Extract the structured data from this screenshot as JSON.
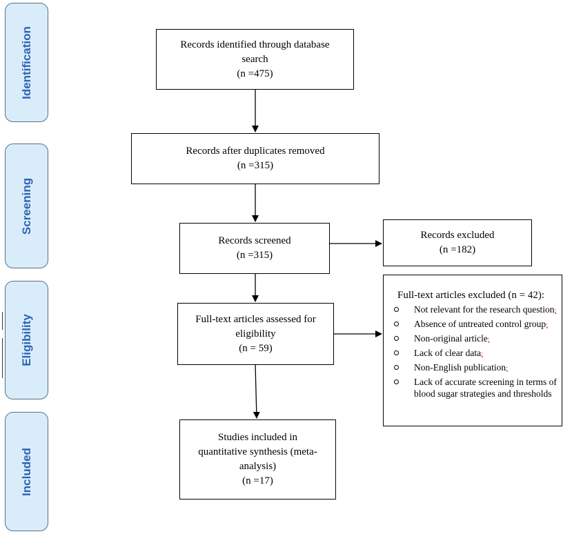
{
  "stages": {
    "identification": "Identification",
    "screening": "Screening",
    "eligibility": "Eligibility",
    "included": "Included"
  },
  "boxes": {
    "identified": {
      "line1": "Records identified through database",
      "line2": "search",
      "count": "(n =475)"
    },
    "duplicates_removed": {
      "line1": "Records after duplicates removed",
      "count": "(n =315)"
    },
    "screened": {
      "line1": "Records screened",
      "count": "(n =315)"
    },
    "excluded": {
      "line1": "Records excluded",
      "count": "(n =182)"
    },
    "assessed": {
      "line1": "Full-text articles assessed for",
      "line2": "eligibility",
      "count": "(n = 59)"
    },
    "included": {
      "line1": "Studies included in",
      "line2": "quantitative synthesis (meta-",
      "line3": "analysis)",
      "count": "(n =17)"
    }
  },
  "fulltext_excluded": {
    "title": "Full-text articles excluded (n = 42):",
    "reasons": [
      {
        "text": "Not relevant for the research question",
        "mark": ";"
      },
      {
        "text": "Absence of untreated control group",
        "mark": ";"
      },
      {
        "text": "Non-original article",
        "mark": ";"
      },
      {
        "text": "Lack of clear data",
        "mark": ";"
      },
      {
        "text": "Non-English publication",
        "mark": ";"
      },
      {
        "text": "Lack of accurate screening in terms of blood sugar strategies and thresholds",
        "mark": ""
      }
    ]
  },
  "colors": {
    "stage_fill": "#d9ecfa",
    "stage_border": "#5b6f86",
    "stage_text": "#2d63b4",
    "annotation_mark": "#cc0000"
  }
}
